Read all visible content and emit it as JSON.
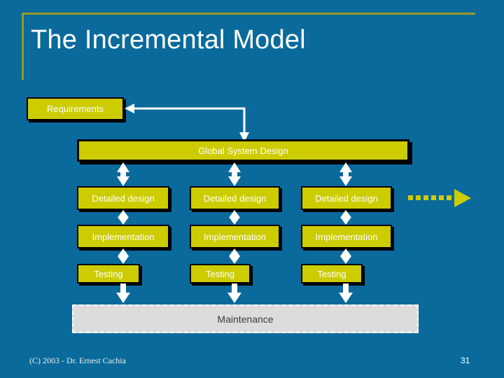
{
  "slide": {
    "title": "The Incremental Model",
    "background_color": "#0a6a9c",
    "accent_color": "#cccc00",
    "rule_color": "#9a9a22",
    "box_text_color": "#ffffff"
  },
  "diagram": {
    "requirements": {
      "label": "Requirements"
    },
    "global_design": {
      "label": "Global System Design"
    },
    "columns": [
      {
        "detailed_design": "Detailed design",
        "implementation": "Implementation",
        "testing": "Testing"
      },
      {
        "detailed_design": "Detailed design",
        "implementation": "Implementation",
        "testing": "Testing"
      },
      {
        "detailed_design": "Detailed design",
        "implementation": "Implementation",
        "testing": "Testing"
      }
    ],
    "maintenance": {
      "label": "Maintenance",
      "fill_color": "#dcdcdc",
      "text_color": "#3a3a3a"
    },
    "continuation_arrow": {
      "name": "dashed-right-arrow",
      "color": "#cccc00",
      "dash_count": 8
    }
  },
  "footer": {
    "credit": "(C) 2003 - Dr. Ernest Cachia",
    "page_number": "31"
  }
}
